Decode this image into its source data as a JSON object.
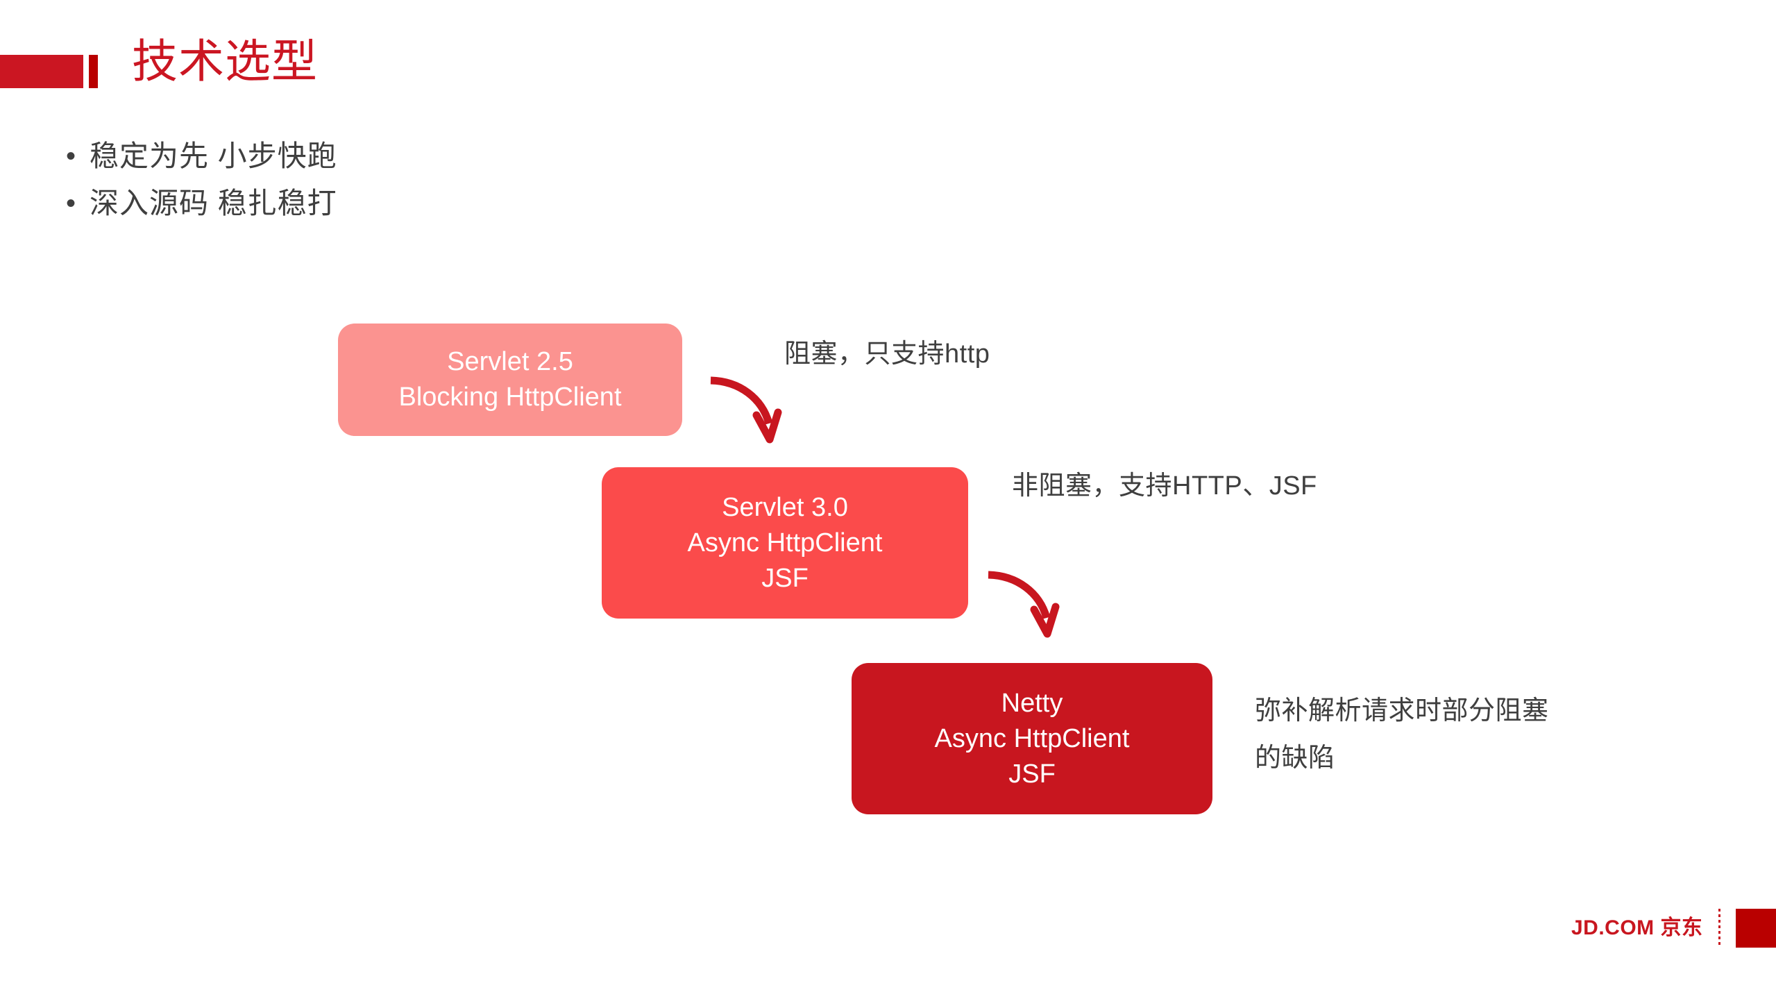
{
  "header": {
    "title": "技术选型",
    "accent_color": "#CB1622",
    "accent_color_dark": "#B90000"
  },
  "bullets": [
    {
      "marker": "•",
      "text": "稳定为先 小步快跑"
    },
    {
      "marker": "•",
      "text": "深入源码 稳扎稳打"
    }
  ],
  "diagram": {
    "boxes": [
      {
        "id": "servlet-25",
        "lines": [
          "Servlet 2.5",
          "Blocking HttpClient"
        ],
        "color": "#FB9390"
      },
      {
        "id": "servlet-30",
        "lines": [
          "Servlet 3.0",
          "Async HttpClient",
          "JSF"
        ],
        "color": "#FB4B4B"
      },
      {
        "id": "netty",
        "lines": [
          "Netty",
          "Async HttpClient",
          "JSF"
        ],
        "color": "#C8161F"
      }
    ],
    "annotations": [
      {
        "id": "annotation-1",
        "text": "阻塞，只支持http"
      },
      {
        "id": "annotation-2",
        "text": "非阻塞，支持HTTP、JSF"
      },
      {
        "id": "annotation-3",
        "text": "弥补解析请求时部分阻塞的缺陷"
      }
    ],
    "arrow_color": "#C8161F"
  },
  "footer": {
    "logo_text": "JD.COM 京东",
    "logo_color": "#C8161F",
    "block_color": "#B90000"
  }
}
